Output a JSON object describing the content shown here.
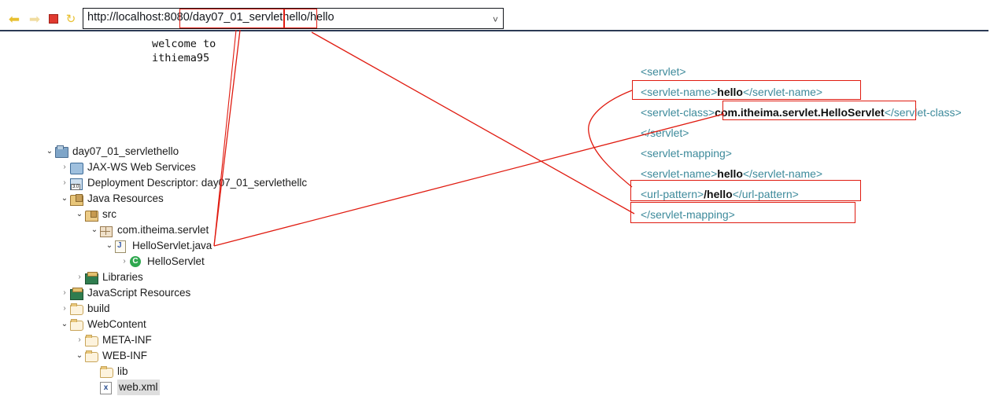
{
  "browser": {
    "back_icon": "back-arrow-icon",
    "forward_icon": "forward-arrow-icon",
    "stop_icon": "stop-icon",
    "refresh_icon": "refresh-icon",
    "url": "http://localhost:8080/day07_01_servlethello/hello",
    "url_context_path": "day07_01_servlethello",
    "url_servlet_path": "/hello",
    "dropdown_caret": "chevron-down-icon"
  },
  "page": {
    "welcome_text": "welcome to\nithiema95"
  },
  "tree": {
    "rows": [
      {
        "label": "day07_01_servlethello",
        "indent": 0,
        "twisty": "open",
        "icon": "project-icon",
        "selected": false
      },
      {
        "label": "JAX-WS Web Services",
        "indent": 1,
        "twisty": "closed",
        "icon": "web-services-icon",
        "selected": false
      },
      {
        "label": "Deployment Descriptor: day07_01_servlethellc",
        "indent": 1,
        "twisty": "closed",
        "icon": "deployment-descriptor-icon",
        "selected": false
      },
      {
        "label": "Java Resources",
        "indent": 1,
        "twisty": "open",
        "icon": "java-resources-icon",
        "selected": false
      },
      {
        "label": "src",
        "indent": 2,
        "twisty": "open",
        "icon": "source-folder-icon",
        "selected": false
      },
      {
        "label": "com.itheima.servlet",
        "indent": 3,
        "twisty": "open",
        "icon": "package-icon",
        "selected": false
      },
      {
        "label": "HelloServlet.java",
        "indent": 4,
        "twisty": "open",
        "icon": "java-file-icon",
        "selected": false
      },
      {
        "label": "HelloServlet",
        "indent": 5,
        "twisty": "closed",
        "icon": "class-icon",
        "selected": false
      },
      {
        "label": "Libraries",
        "indent": 2,
        "twisty": "closed",
        "icon": "libraries-icon",
        "selected": false
      },
      {
        "label": "JavaScript Resources",
        "indent": 1,
        "twisty": "closed",
        "icon": "libraries-icon",
        "selected": false
      },
      {
        "label": "build",
        "indent": 1,
        "twisty": "closed",
        "icon": "folder-icon",
        "selected": false
      },
      {
        "label": "WebContent",
        "indent": 1,
        "twisty": "open",
        "icon": "folder-icon",
        "selected": false
      },
      {
        "label": "META-INF",
        "indent": 2,
        "twisty": "closed",
        "icon": "folder-icon",
        "selected": false
      },
      {
        "label": "WEB-INF",
        "indent": 2,
        "twisty": "open",
        "icon": "folder-icon",
        "selected": false
      },
      {
        "label": "lib",
        "indent": 3,
        "twisty": "none",
        "icon": "folder-icon",
        "selected": false
      },
      {
        "label": "web.xml",
        "indent": 3,
        "twisty": "none",
        "icon": "xml-file-icon",
        "selected": true
      }
    ]
  },
  "xml": {
    "l1": "<servlet>",
    "l2_open": "<servlet-name>",
    "l2_value": "hello",
    "l2_close": "</servlet-name>",
    "l3_open": "<servlet-class>",
    "l3_value": "com.itheima.servlet.HelloServlet",
    "l3_close": "</servlet-class>",
    "l4": "</servlet>",
    "l5": "<servlet-mapping>",
    "l6_open": "<servlet-name>",
    "l6_value": "hello",
    "l6_close": "</servlet-name>",
    "l7_open": "<url-pattern>",
    "l7_value": "/hello",
    "l7_close": "</url-pattern>",
    "l8": "</servlet-mapping>"
  },
  "colors": {
    "annotation_red": "#e01b10",
    "xml_tag": "#3d8a9b",
    "xml_value": "#111111",
    "chrome_rule": "#2b3a55"
  }
}
